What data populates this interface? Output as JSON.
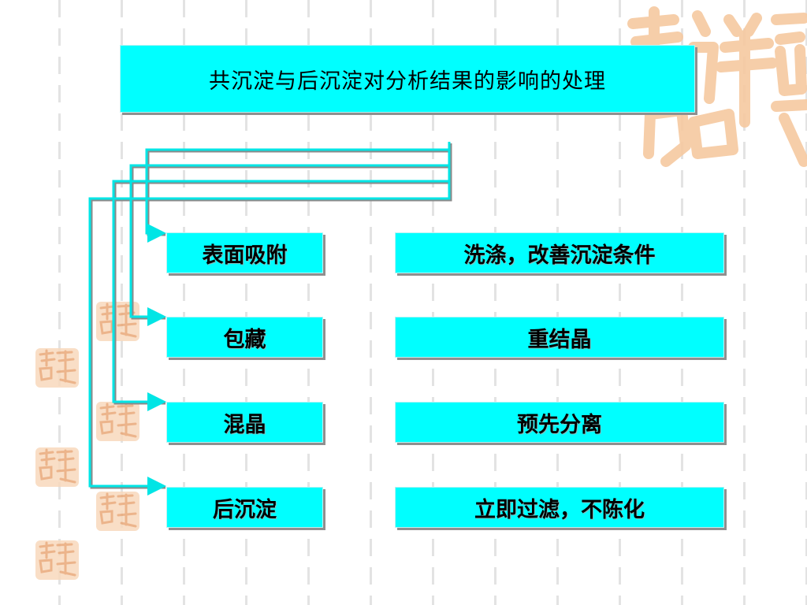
{
  "title": "共沉淀与后沉淀对分析结果的影响的处理",
  "causes": [
    "表面吸附",
    "包藏",
    "混晶",
    "后沉淀"
  ],
  "remedies": [
    "洗涤，改善沉淀条件",
    "重结晶",
    "预先分离",
    "立即过滤，不陈化"
  ],
  "decoration": {
    "seal_text": "吉祥如意",
    "seal_color": "#f8d9bd",
    "box_color": "#00ffff",
    "connector_color": "#00e5e5"
  }
}
